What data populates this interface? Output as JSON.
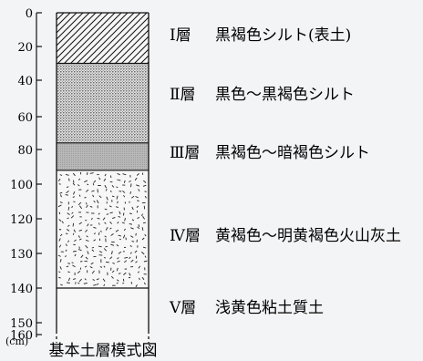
{
  "diagram": {
    "title": "基本土層模式図",
    "unit": "(cm)",
    "depth_ticks": [
      "0",
      "20",
      "40",
      "60",
      "80",
      "100",
      "120",
      "130",
      "140",
      "150",
      "160"
    ],
    "layers": [
      {
        "roman": "Ⅰ層",
        "description": "黒褐色シルト(表土)",
        "top_cm": 0,
        "bottom_cm": 30,
        "pattern": "diagonal-hatch"
      },
      {
        "roman": "Ⅱ層",
        "description": "黒色～黒褐色シルト",
        "top_cm": 30,
        "bottom_cm": 76,
        "pattern": "dense-dots"
      },
      {
        "roman": "Ⅲ層",
        "description": "黒褐色～暗褐色シルト",
        "top_cm": 76,
        "bottom_cm": 92,
        "pattern": "fine-gray"
      },
      {
        "roman": "Ⅳ層",
        "description": "黄褐色～明黄褐色火山灰土",
        "top_cm": 92,
        "bottom_cm": 140,
        "pattern": "scattered-dashes"
      },
      {
        "roman": "Ⅴ層",
        "description": "浅黄色粘土質土",
        "top_cm": 140,
        "bottom_cm": 162,
        "pattern": "plain"
      }
    ]
  }
}
